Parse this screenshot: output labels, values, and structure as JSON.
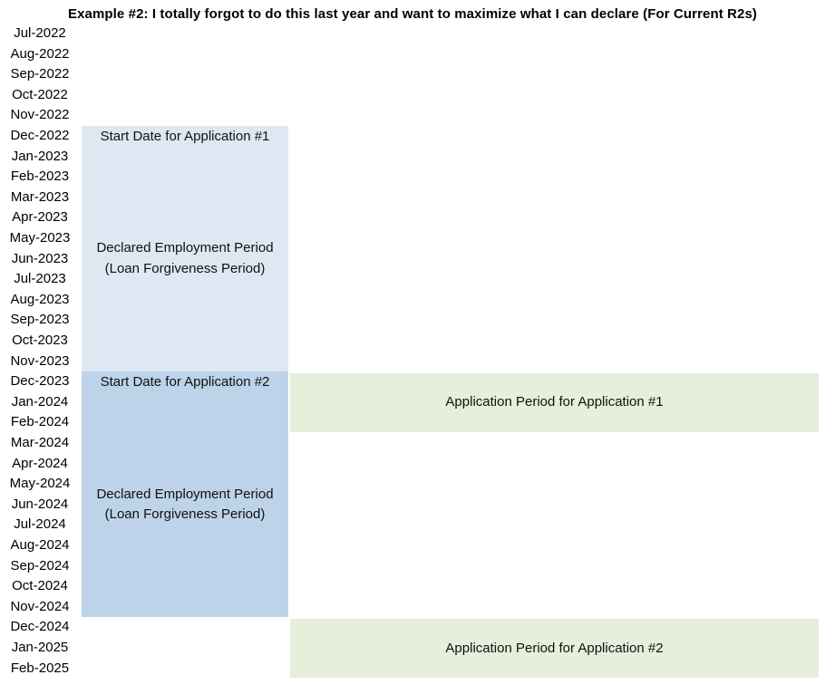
{
  "title": "Example #2: I totally forgot to do this last year and want to maximize what I can declare (For Current R2s)",
  "colors": {
    "background": "#ffffff",
    "text": "#000000",
    "employment_block_1_fill": "#dde8f3",
    "employment_block_2_fill": "#bcd3ea",
    "application_block_fill": "#e5efdc"
  },
  "chart_data": {
    "type": "bar",
    "subtype": "vertical-timeline-gantt",
    "title": "Example #2: I totally forgot to do this last year and want to maximize what I can declare (For Current R2s)",
    "axis": {
      "orientation": "vertical",
      "unit": "month",
      "position": "left",
      "ticks": [
        "Jul-2022",
        "Aug-2022",
        "Sep-2022",
        "Oct-2022",
        "Nov-2022",
        "Dec-2022",
        "Jan-2023",
        "Feb-2023",
        "Mar-2023",
        "Apr-2023",
        "May-2023",
        "Jun-2023",
        "Jul-2023",
        "Aug-2023",
        "Sep-2023",
        "Oct-2023",
        "Nov-2023",
        "Dec-2023",
        "Jan-2024",
        "Feb-2024",
        "Mar-2024",
        "Apr-2024",
        "May-2024",
        "Jun-2024",
        "Jul-2024",
        "Aug-2024",
        "Sep-2024",
        "Oct-2024",
        "Nov-2024",
        "Dec-2024",
        "Jan-2025",
        "Feb-2025"
      ]
    },
    "lanes": [
      "employment",
      "application"
    ],
    "bars": [
      {
        "id": "employment-block-1",
        "lane": "employment",
        "start": "Dec-2022",
        "end": "Nov-2023",
        "duration_months": 12,
        "fill": "#dde8f3",
        "top_label": "Start Date for Application #1",
        "center_label_lines": [
          "Declared Employment Period",
          "(Loan Forgiveness Period)"
        ]
      },
      {
        "id": "employment-block-2",
        "lane": "employment",
        "start": "Dec-2023",
        "end": "Nov-2024",
        "duration_months": 12,
        "fill": "#bcd3ea",
        "top_label": "Start Date for Application #2",
        "center_label_lines": [
          "Declared Employment Period",
          "(Loan Forgiveness Period)"
        ]
      },
      {
        "id": "application-block-1",
        "lane": "application",
        "start": "Dec-2023",
        "end": "Feb-2024",
        "duration_months": 3,
        "fill": "#e5efdc",
        "center_label_lines": [
          "Application Period for Application #1"
        ]
      },
      {
        "id": "application-block-2",
        "lane": "application",
        "start": "Dec-2024",
        "end": "Feb-2025",
        "duration_months": 3,
        "fill": "#e5efdc",
        "center_label_lines": [
          "Application Period for Application #2"
        ]
      }
    ]
  }
}
